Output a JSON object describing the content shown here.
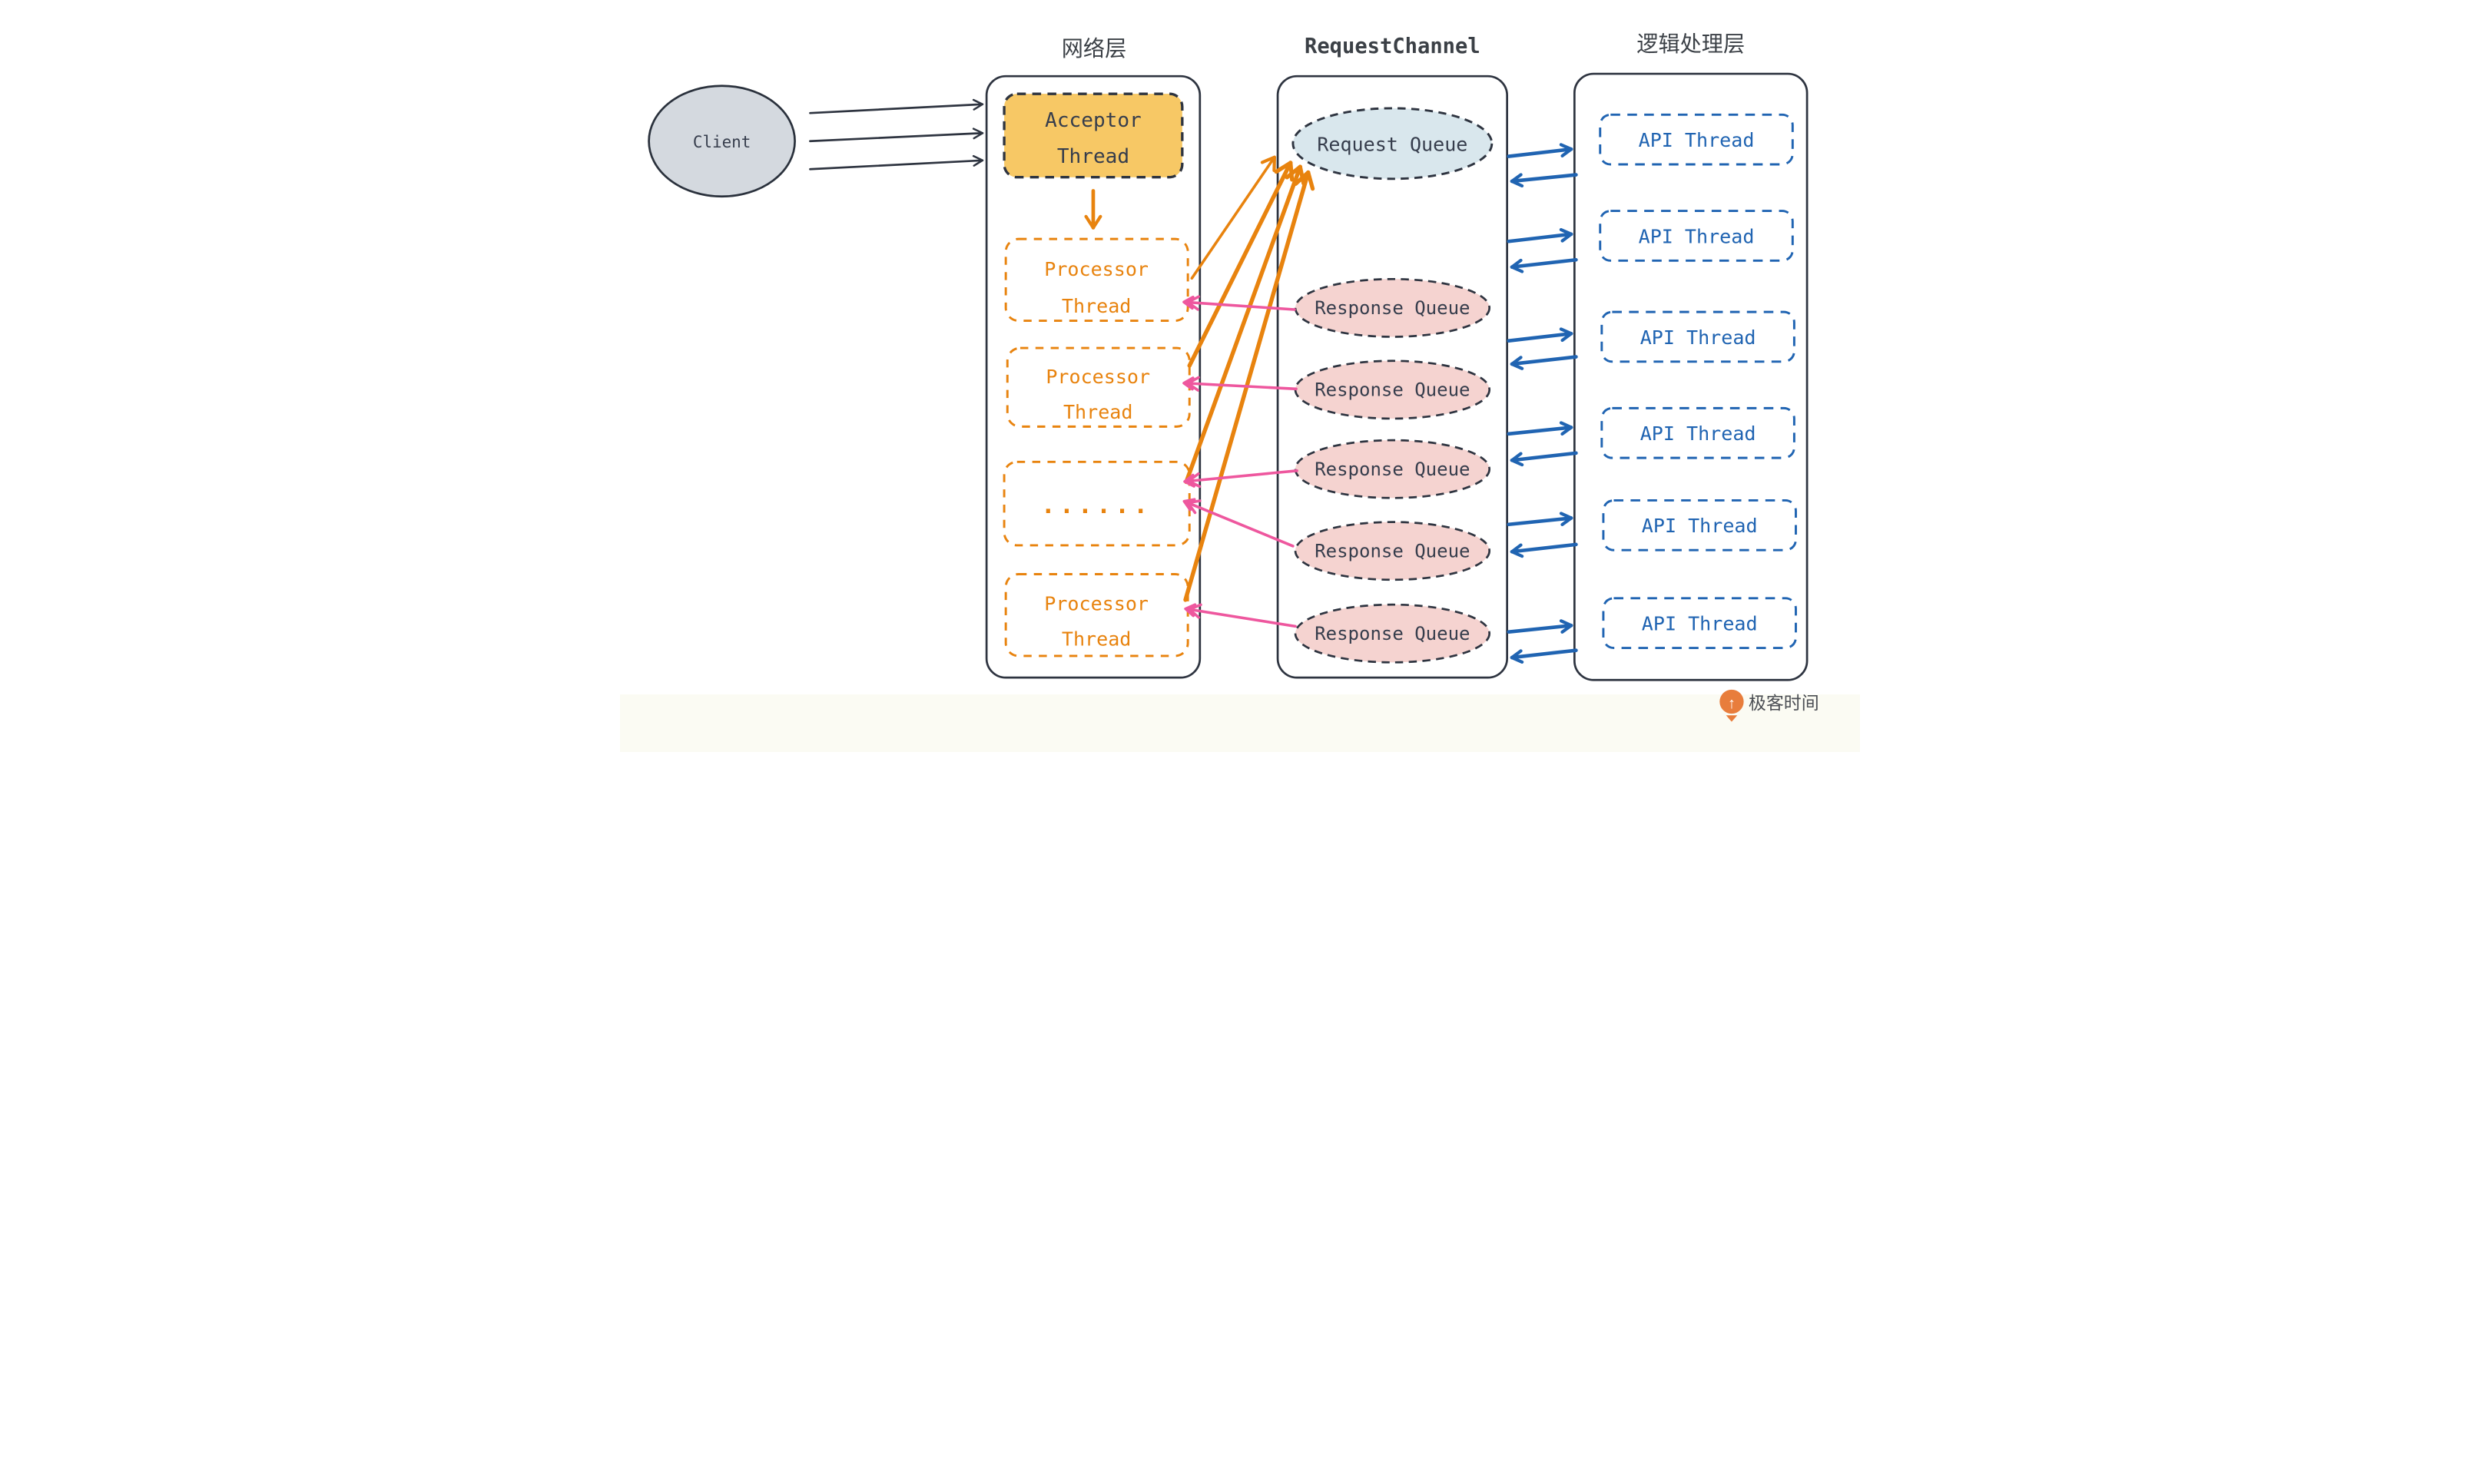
{
  "headers": {
    "network": "网络层",
    "channel": "RequestChannel",
    "logic": "逻辑处理层"
  },
  "client": {
    "label": "Client"
  },
  "network": {
    "acceptor": {
      "line1": "Acceptor",
      "line2": "Thread"
    },
    "processor": {
      "line1": "Processor",
      "line2": "Thread"
    },
    "dots": "......"
  },
  "channel": {
    "request_queue_label": "Request Queue",
    "response_queue_label": "Response Queue",
    "response_queue_count": 5
  },
  "logic": {
    "api_thread_label": "API Thread",
    "api_thread_count": 6
  },
  "logo": {
    "text": "极客时间",
    "arrow_glyph": "↑"
  },
  "colors": {
    "dark": "#2e3440",
    "text_dark": "#363d4c",
    "orange": "#e8830e",
    "pink": "#ee579e",
    "blue": "#2064b2",
    "yellow_fill": "#f7c865",
    "light_blue_fill": "#d9e7ed",
    "light_pink_fill": "#f5d3d0",
    "client_gray_fill": "#d4d9df",
    "footer_strip": "#fbfbf3",
    "logo_orange": "#e87d3c",
    "logo_text_gray": "#4b4e54"
  }
}
